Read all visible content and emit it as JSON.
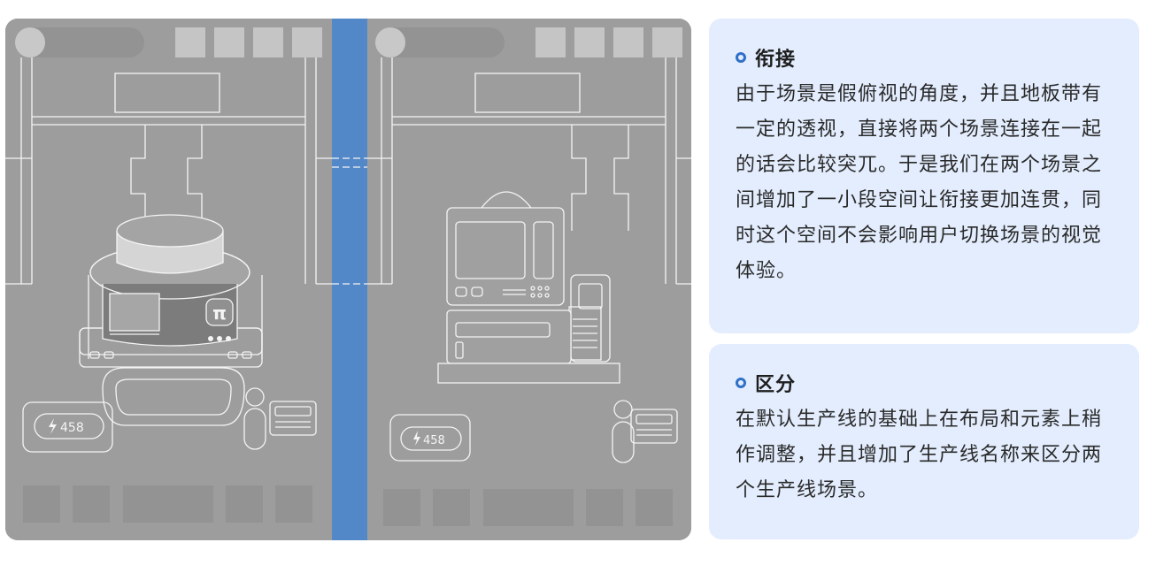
{
  "illustration": {
    "left_scene": {
      "battery_reading": "458",
      "lightning_icon": "lightning-icon",
      "robot_logo_icon": "tt-logo-icon"
    },
    "right_scene": {
      "battery_reading": "458",
      "lightning_icon": "lightning-icon"
    },
    "divider_color": "#5388c8",
    "background_color": "#9d9d9d"
  },
  "cards": [
    {
      "title": "衔接",
      "body": "由于场景是假俯视的角度，并且地板带有一定的透视，直接将两个场景连接在一起的话会比较突兀。于是我们在两个场景之间增加了一小段空间让衔接更加连贯，同时这个空间不会影响用户切换场景的视觉体验。"
    },
    {
      "title": "区分",
      "body": "在默认生产线的基础上在布局和元素上稍作调整，并且增加了生产线名称来区分两个生产线场景。"
    }
  ],
  "colors": {
    "card_background": "#e3edfd",
    "accent": "#2f70c8",
    "text": "#2a2a2a"
  }
}
